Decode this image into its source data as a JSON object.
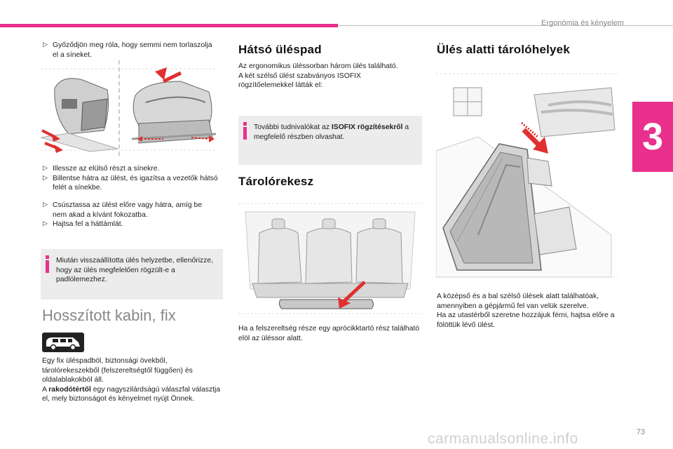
{
  "header": {
    "chapter": "Ergonómia és kényelem",
    "tab_number": "3"
  },
  "col1": {
    "bullet1": "Győződjön meg róla, hogy semmi nem torlaszolja el a síneket.",
    "bullets2": [
      "Illessze az elülső részt a sínekre.",
      "Billentse hátra az ülést, és igazítsa a vezetők hátsó felét a sínekbe."
    ],
    "bullets3": [
      "Csúsztassa az ülést előre vagy hátra, amíg be nem akad a kívánt fokozatba.",
      "Hajtsa fel a háttámlát."
    ],
    "info": "Miután visszaállította ülés helyzetbe, ellenőrizze, hogy az ülés megfelelően rögzült-e a padlólemezhez.",
    "section_title": "Hosszított kabin, fix",
    "para_a": "Egy fix üléspadból, biztonsági övekből, tárolórekeszekből (felszereltségtől függően) és oldalablakokból áll.",
    "para_b_prefix": "A ",
    "para_b_bold": "rakodótértől",
    "para_b_rest": " egy nagyszilárdságú válaszfal választja el, mely biztonságot és kényelmet nyújt Önnek."
  },
  "col2": {
    "title": "Hátsó üléspad",
    "intro": "Az ergonomikus üléssorban három ülés található.",
    "isofix": "A két szélső ülést szabványos ISOFIX rögzítőelemekkel látták el:",
    "info_prefix": "További tudnivalókat az ",
    "info_bold": "ISOFIX rögzítésekről",
    "info_rest": " a megfelelő részben olvashat.",
    "title2": "Tárolórekesz",
    "caption": "Ha a felszereltség része egy aprócikktartó rész található elöl az üléssor alatt."
  },
  "col3": {
    "title": "Ülés alatti tárolóhelyek",
    "para1": "A középső és a bal szélső ülések alatt találhatóak, amennyiben a gépjármű fel van velük szerelve.",
    "para2": "Ha az utastérből szeretne hozzájuk férni, hajtsa előre a fölöttük lévő ülést."
  },
  "footer": {
    "page": "73",
    "watermark": "carmanualsonline.info"
  },
  "colors": {
    "accent": "#e8308c",
    "info_bg": "#ececec",
    "muted": "#888888"
  }
}
